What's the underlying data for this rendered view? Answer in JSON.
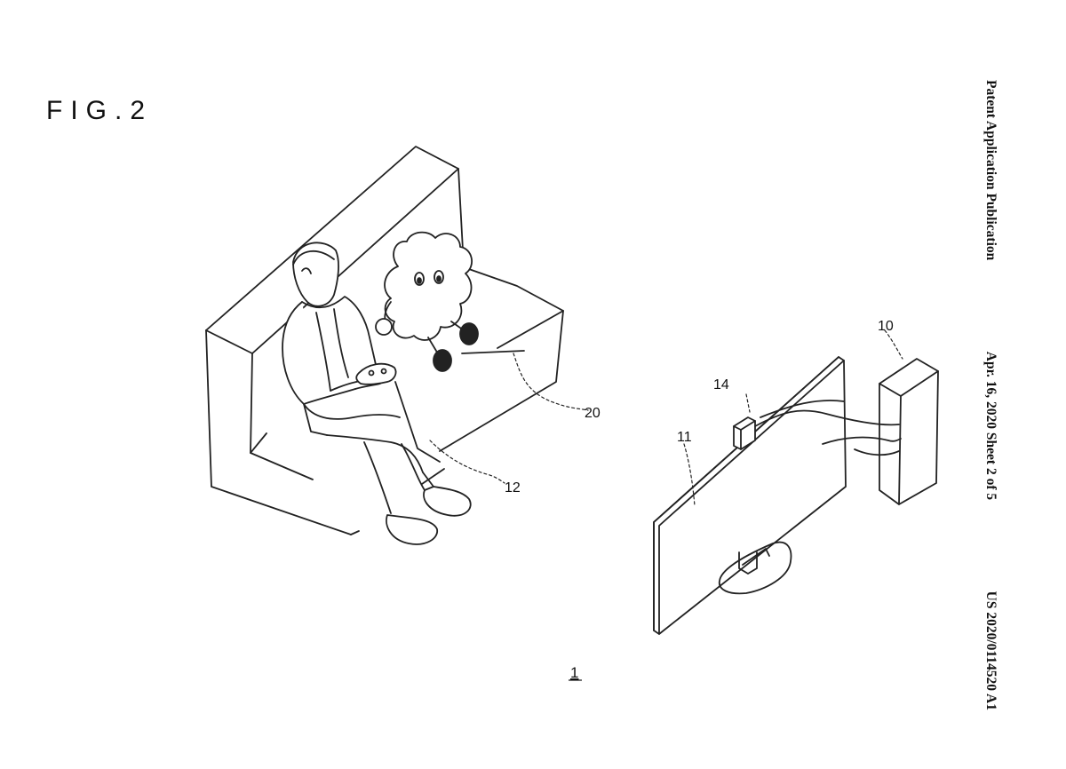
{
  "figure": {
    "title": "FIG.2",
    "figure_number": "1"
  },
  "header": {
    "publication_type": "Patent Application Publication",
    "date_sheet": "Apr. 16, 2020  Sheet 2 of 5",
    "publication_number": "US 2020/0114520 A1"
  },
  "reference_numerals": {
    "info_processing_device": "10",
    "display": "11",
    "controller": "12",
    "camera": "14",
    "robot": "20"
  },
  "objects": [
    "sofa",
    "user",
    "robot",
    "game-controller",
    "display",
    "camera",
    "info-processing-device",
    "cables"
  ]
}
